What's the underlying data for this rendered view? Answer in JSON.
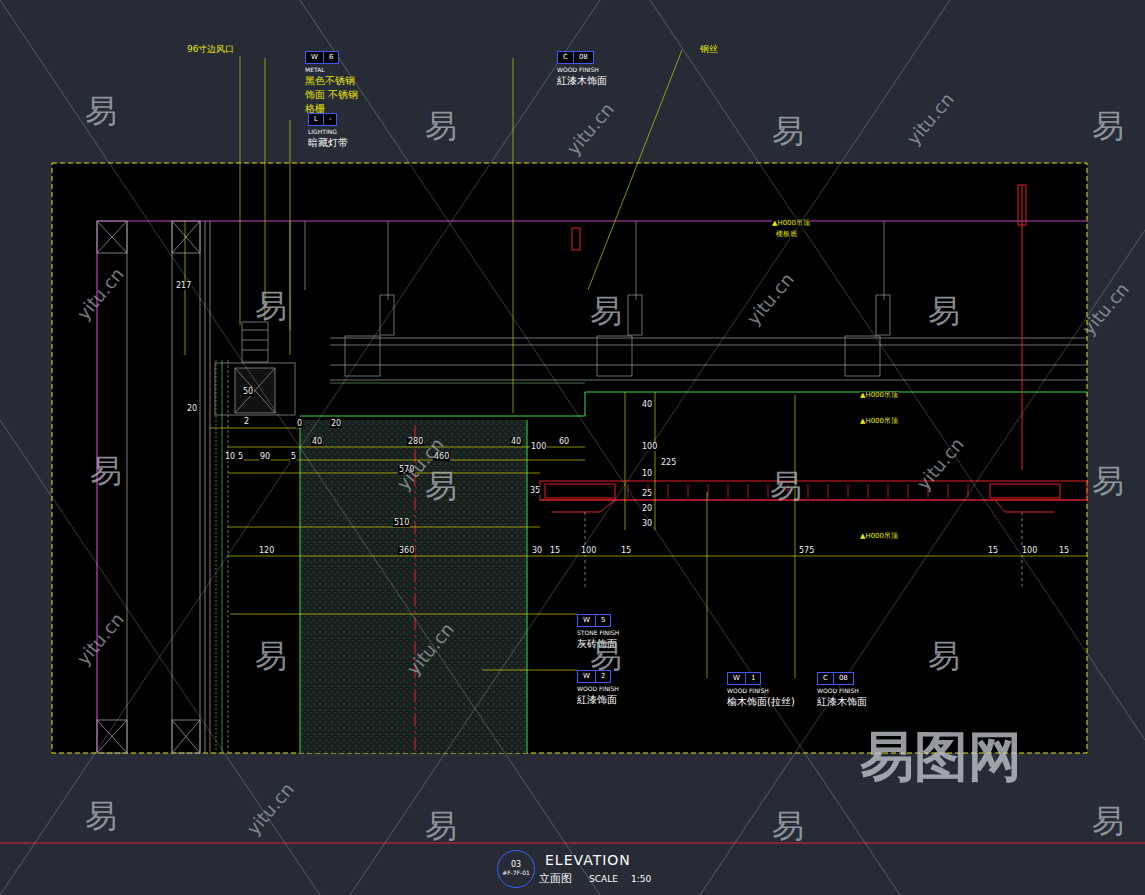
{
  "diagram": {
    "title": "ELEVATION",
    "nodes": [
      {
        "text": [
          "W",
          "6",
          "METAL",
          "黑色不锈钢饰面 不锈钢格栅"
        ]
      },
      {
        "text": [
          "L",
          "-",
          "LIGHTING",
          "暗藏灯带"
        ]
      },
      {
        "text": [
          "C",
          "08",
          "WOOD FINISH",
          "紅漆木饰面"
        ]
      },
      {
        "text": [
          "W",
          "5",
          "STONE FINISH",
          "灰砖饰面"
        ]
      },
      {
        "text": [
          "W",
          "2",
          "WOOD FINISH",
          "紅漆饰面"
        ]
      },
      {
        "text": [
          "W",
          "1",
          "WOOD FINISH",
          "榆木饰面(拉丝)"
        ]
      },
      {
        "text": [
          "C",
          "08",
          "WOOD FINISH",
          "紅漆木饰面"
        ]
      },
      {
        "text": [
          "03",
          "#F-7F-01"
        ]
      }
    ],
    "labels": [
      "96寸边风口",
      "钢丝",
      "▲H000吊顶",
      "楼板底",
      "▲H000吊顶",
      "▲H000吊顶",
      "▲H000吊顶",
      "217",
      "50",
      "20",
      "2",
      "0",
      "40",
      "20",
      "280",
      "40",
      "100",
      "60",
      "10",
      "5",
      "90",
      "5",
      "460",
      "570",
      "35",
      "510",
      "120",
      "360",
      "30",
      "15",
      "100",
      "15",
      "575",
      "15",
      "100",
      "15",
      "40",
      "100",
      "225",
      "10",
      "25",
      "20",
      "30",
      "立面图",
      "SCALE",
      "1:50",
      "易",
      "易",
      "易",
      "易",
      "易",
      "易",
      "易",
      "易",
      "易",
      "易",
      "易",
      "易",
      "易",
      "易",
      "易",
      "易",
      "易",
      "易",
      "yitu.cn",
      "yitu.cn",
      "yitu.cn",
      "yitu.cn",
      "yitu.cn",
      "yitu.cn",
      "yitu.cn",
      "yitu.cn",
      "yitu.cn",
      "yitu.cn",
      "易图网"
    ]
  }
}
